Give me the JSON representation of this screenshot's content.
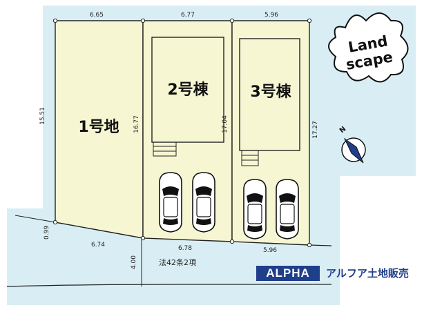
{
  "lots": {
    "lot1": {
      "name": "1号地"
    },
    "lot2": {
      "name": "2号棟"
    },
    "lot3": {
      "name": "3号棟"
    }
  },
  "dimensions": {
    "top_lot1": "6.65",
    "top_lot2": "6.77",
    "top_lot3": "5.96",
    "left_lot1": "15.51",
    "divider_1_2": "16.77",
    "divider_2_3": "17.04",
    "right_lot3": "17.27",
    "bottom_lot1": "6.74",
    "bottom_lot2": "6.78",
    "bottom_lot3": "5.96",
    "left_lower": "0.99",
    "road_width": "4.00"
  },
  "road_label": "法42条2項",
  "landscape_badge": {
    "line1": "Land",
    "line2": "scape"
  },
  "compass": {
    "label": "N"
  },
  "brand": {
    "logo": "ALPHA",
    "company": "アルフア土地販売"
  },
  "colors": {
    "lot_fill": "#f6f7d2",
    "road_fill": "#d9eef4",
    "brand": "#1f3f8a"
  }
}
